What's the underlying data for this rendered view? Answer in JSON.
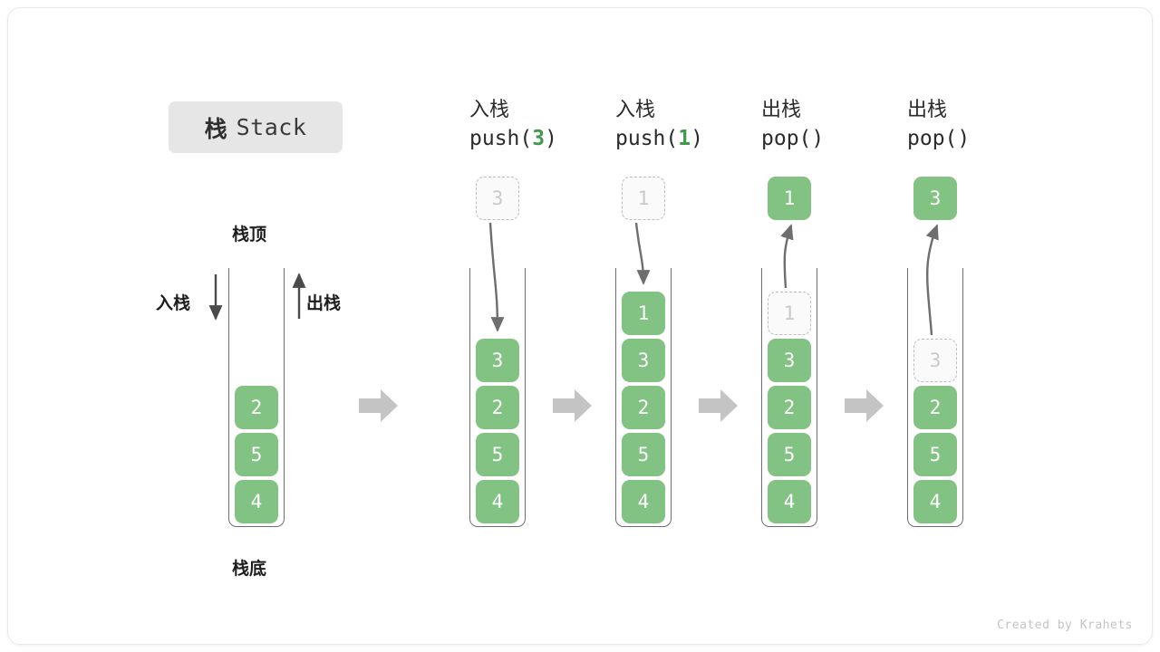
{
  "title": {
    "cn": "栈",
    "en": "Stack"
  },
  "labels": {
    "top": "栈顶",
    "bottom": "栈底",
    "push": "入栈",
    "pop": "出栈"
  },
  "credit": "Created by Krahets",
  "colors": {
    "element_green": "#82c282",
    "code_arg_green": "#3f9a4d",
    "ghost_border": "#bdbdbd",
    "ghost_text": "#c9c9c9",
    "tube_border": "#6e6e6e",
    "stage_arrow": "#c4c4c4",
    "badge_bg": "#e6e6e6",
    "text_dark": "#2b2b2b",
    "credit_gray": "#c3c3c3"
  },
  "initial_stack": {
    "items": [
      "2",
      "5",
      "4"
    ]
  },
  "stages": [
    {
      "id": "push-3",
      "head_cn": "入栈",
      "head_code_prefix": "push(",
      "head_code_arg": "3",
      "head_code_suffix": ")",
      "floating": {
        "value": "3",
        "style": "ghost"
      },
      "arrow": "down-into-stack",
      "items": [
        "3",
        "2",
        "5",
        "4"
      ]
    },
    {
      "id": "push-1",
      "head_cn": "入栈",
      "head_code_prefix": "push(",
      "head_code_arg": "1",
      "head_code_suffix": ")",
      "floating": {
        "value": "1",
        "style": "ghost"
      },
      "arrow": "down-into-stack",
      "items": [
        "1",
        "3",
        "2",
        "5",
        "4"
      ]
    },
    {
      "id": "pop-1",
      "head_cn": "出栈",
      "head_code_prefix": "pop(",
      "head_code_arg": "",
      "head_code_suffix": ")",
      "floating": {
        "value": "1",
        "style": "solid"
      },
      "arrow": "up-out-of-stack",
      "items": [
        "1",
        "3",
        "2",
        "5",
        "4"
      ],
      "ghost_index": 0
    },
    {
      "id": "pop-3",
      "head_cn": "出栈",
      "head_code_prefix": "pop(",
      "head_code_arg": "",
      "head_code_suffix": ")",
      "floating": {
        "value": "3",
        "style": "solid"
      },
      "arrow": "up-out-of-stack",
      "items": [
        "3",
        "2",
        "5",
        "4"
      ],
      "ghost_index": 0
    }
  ]
}
